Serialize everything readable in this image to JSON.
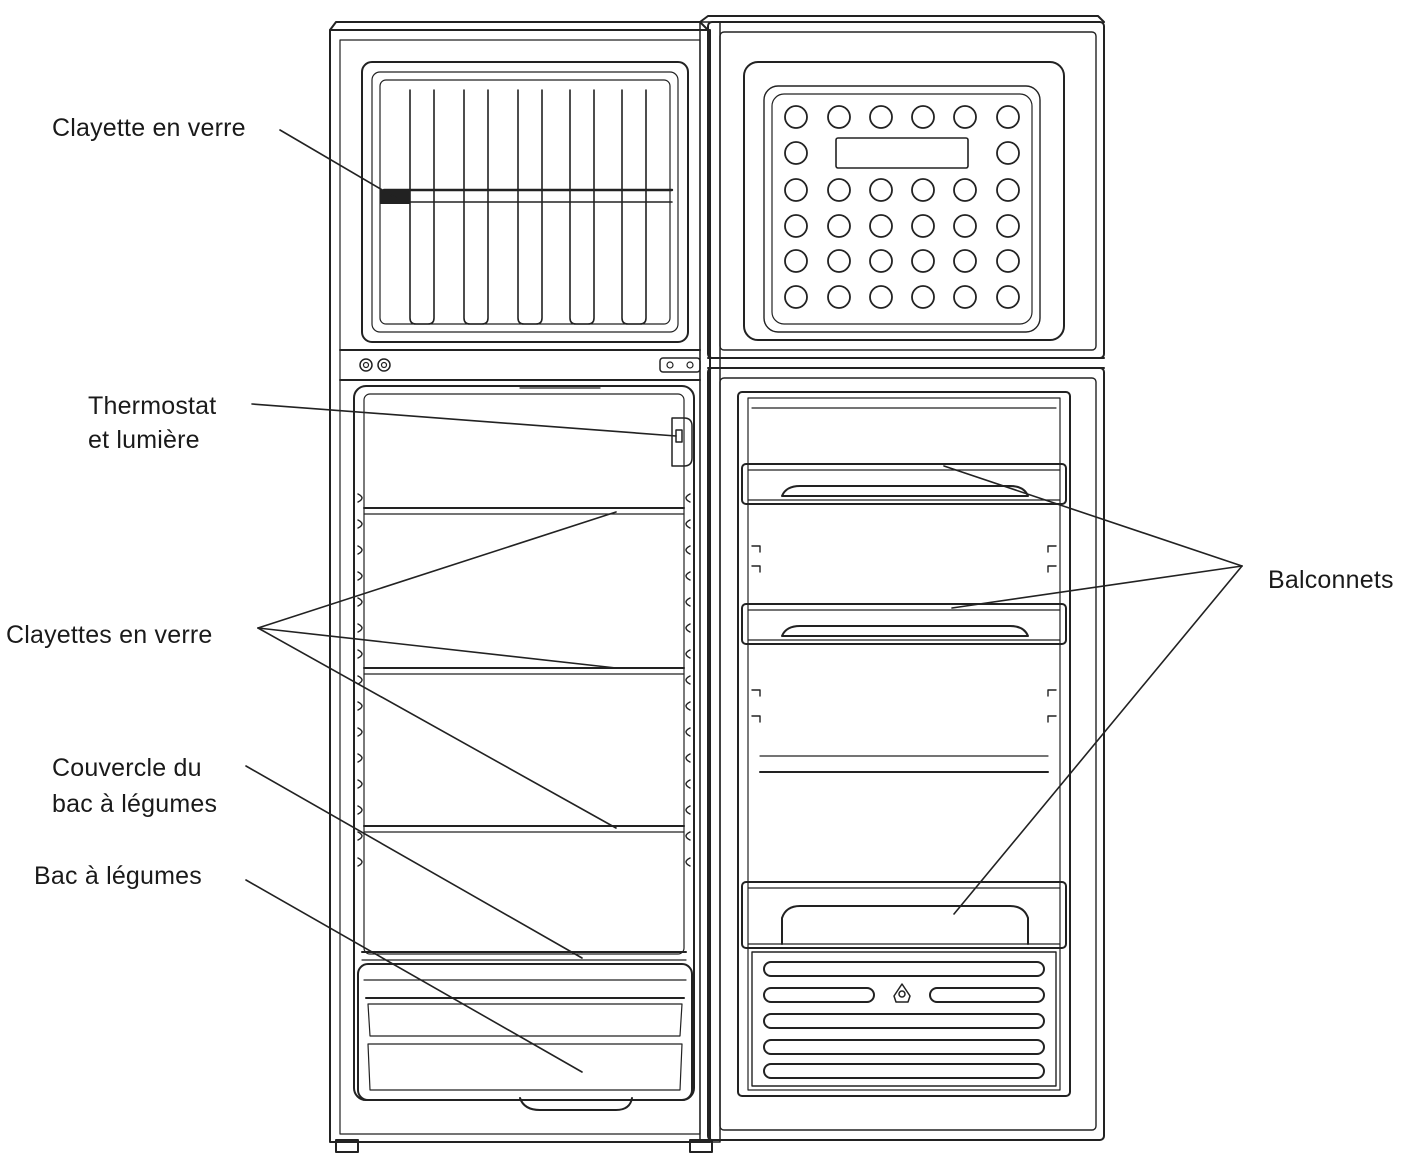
{
  "labels": {
    "clayette_freezer": "Clayette en verre",
    "thermostat_line1": "Thermostat",
    "thermostat_line2": "et lumière",
    "clayettes": "Clayettes en verre",
    "couvercle_line1": "Couvercle du",
    "couvercle_line2": "bac à légumes",
    "bac": "Bac à légumes",
    "balconnets": "Balconnets"
  },
  "colors": {
    "line": "#222222",
    "background": "#ffffff",
    "text": "#1a1a1a"
  }
}
